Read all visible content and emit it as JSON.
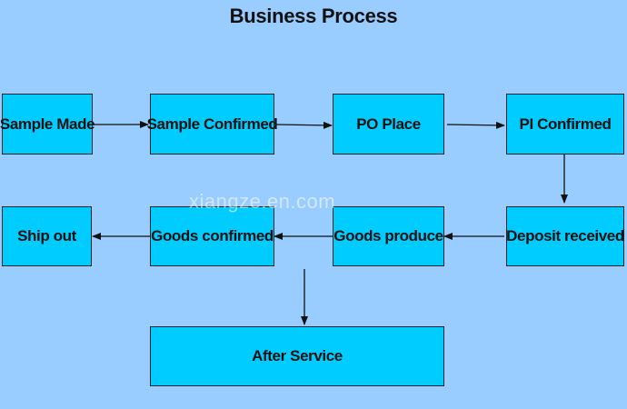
{
  "title": "Business Process",
  "watermark": "xiangze.en.com",
  "colors": {
    "background": "#99CCFF",
    "box_fill": "#00CCFF",
    "box_border": "#222222",
    "arrow": "#111111"
  },
  "nodes": {
    "sample_made": "Sample Made",
    "sample_confirmed": "Sample Confirmed",
    "po_place": "PO Place",
    "pi_confirmed": "PI Confirmed",
    "deposit_received": "Deposit received",
    "goods_produce": "Goods produce",
    "goods_confirmed": "Goods confirmed",
    "ship_out": "Ship out",
    "after_service": "After Service"
  },
  "edges": [
    {
      "from": "Sample Made",
      "to": "Sample Confirmed"
    },
    {
      "from": "Sample Confirmed",
      "to": "PO Place"
    },
    {
      "from": "PO Place",
      "to": "PI Confirmed"
    },
    {
      "from": "PI Confirmed",
      "to": "Deposit received"
    },
    {
      "from": "Deposit received",
      "to": "Goods produce"
    },
    {
      "from": "Goods produce",
      "to": "Goods confirmed"
    },
    {
      "from": "Goods confirmed",
      "to": "Ship out"
    },
    {
      "from": "Goods confirmed",
      "to": "After Service"
    }
  ]
}
